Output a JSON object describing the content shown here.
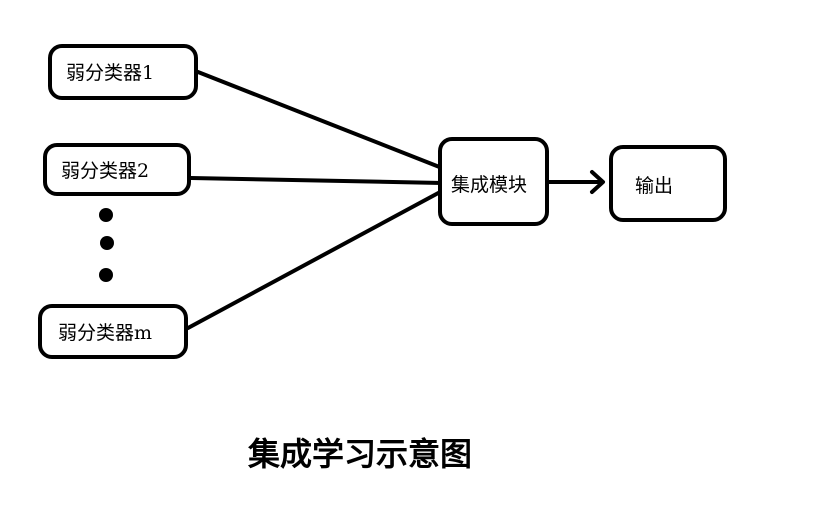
{
  "classifiers": [
    {
      "label": "弱分类器1"
    },
    {
      "label": "弱分类器2"
    },
    {
      "label": "弱分类器m"
    }
  ],
  "ensemble": {
    "label": "集成模块"
  },
  "output": {
    "label": "输出"
  },
  "caption": "集成学习示意图"
}
